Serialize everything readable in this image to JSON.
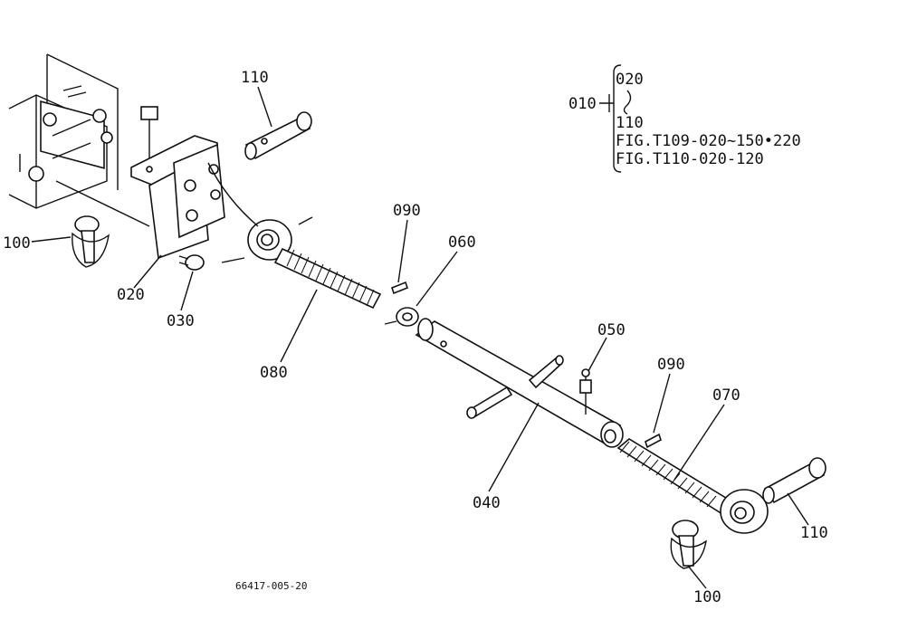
{
  "labels": {
    "l110a": "110",
    "l100a": "100",
    "l020": "020",
    "l030": "030",
    "l080": "080",
    "l090a": "090",
    "l060": "060",
    "l050": "050",
    "l090b": "090",
    "l070": "070",
    "l040": "040",
    "l110b": "110",
    "l100b": "100"
  },
  "legend": {
    "group": "010",
    "from": "020",
    "to": "110",
    "fig1": "FIG.T109-020~150•220",
    "fig2": "FIG.T110-020-120"
  },
  "drawing_number": "66417-005-20"
}
